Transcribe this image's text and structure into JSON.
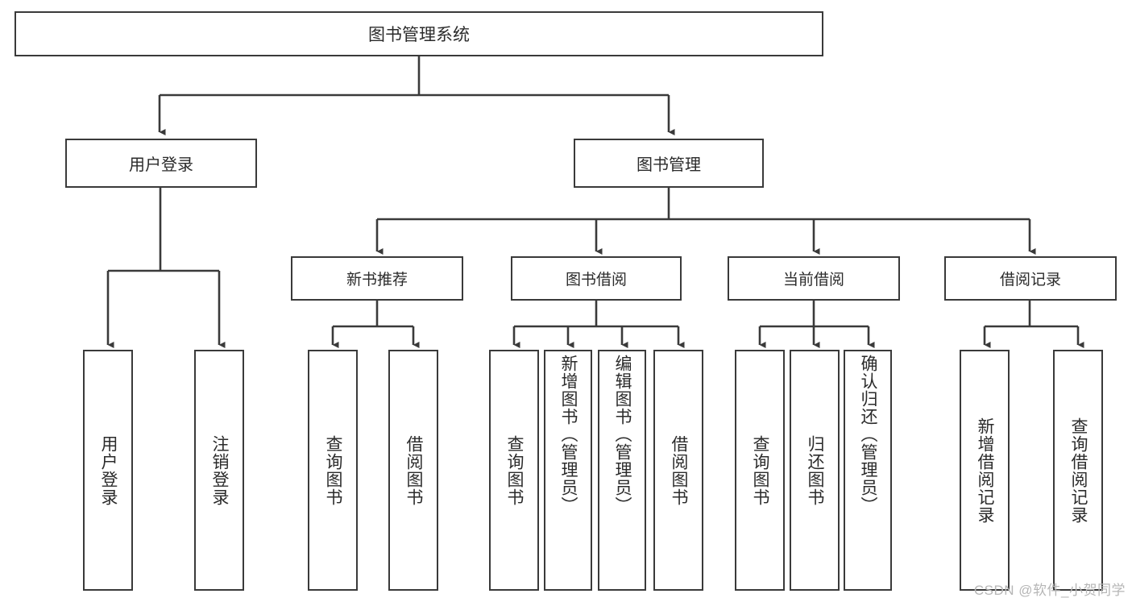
{
  "diagram": {
    "title": "图书管理系统",
    "type": "tree-hierarchy-chart",
    "root": {
      "label": "图书管理系统"
    },
    "level1": [
      {
        "label": "用户登录"
      },
      {
        "label": "图书管理"
      }
    ],
    "level2": [
      {
        "label": "新书推荐"
      },
      {
        "label": "图书借阅"
      },
      {
        "label": "当前借阅"
      },
      {
        "label": "借阅记录"
      }
    ],
    "leaves": {
      "user_login": [
        {
          "label": "用户登录"
        },
        {
          "label": "注销登录"
        }
      ],
      "new_book_recommend": [
        {
          "label": "查询图书"
        },
        {
          "label": "借阅图书"
        }
      ],
      "book_borrow": [
        {
          "label": "查询图书"
        },
        {
          "label": "新增图书（管理员）"
        },
        {
          "label": "编辑图书（管理员）"
        },
        {
          "label": "借阅图书"
        }
      ],
      "current_borrow": [
        {
          "label": "查询图书"
        },
        {
          "label": "归还图书"
        },
        {
          "label": "确认归还（管理员）"
        }
      ],
      "borrow_record": [
        {
          "label": "新增借阅记录"
        },
        {
          "label": "查询借阅记录"
        }
      ]
    }
  },
  "watermark": {
    "text": "CSDN @软件_小贺同学"
  },
  "colors": {
    "stroke": "#3a3a3a",
    "background": "#ffffff",
    "text": "#2b2b2b",
    "watermark": "#b6b6b6"
  }
}
